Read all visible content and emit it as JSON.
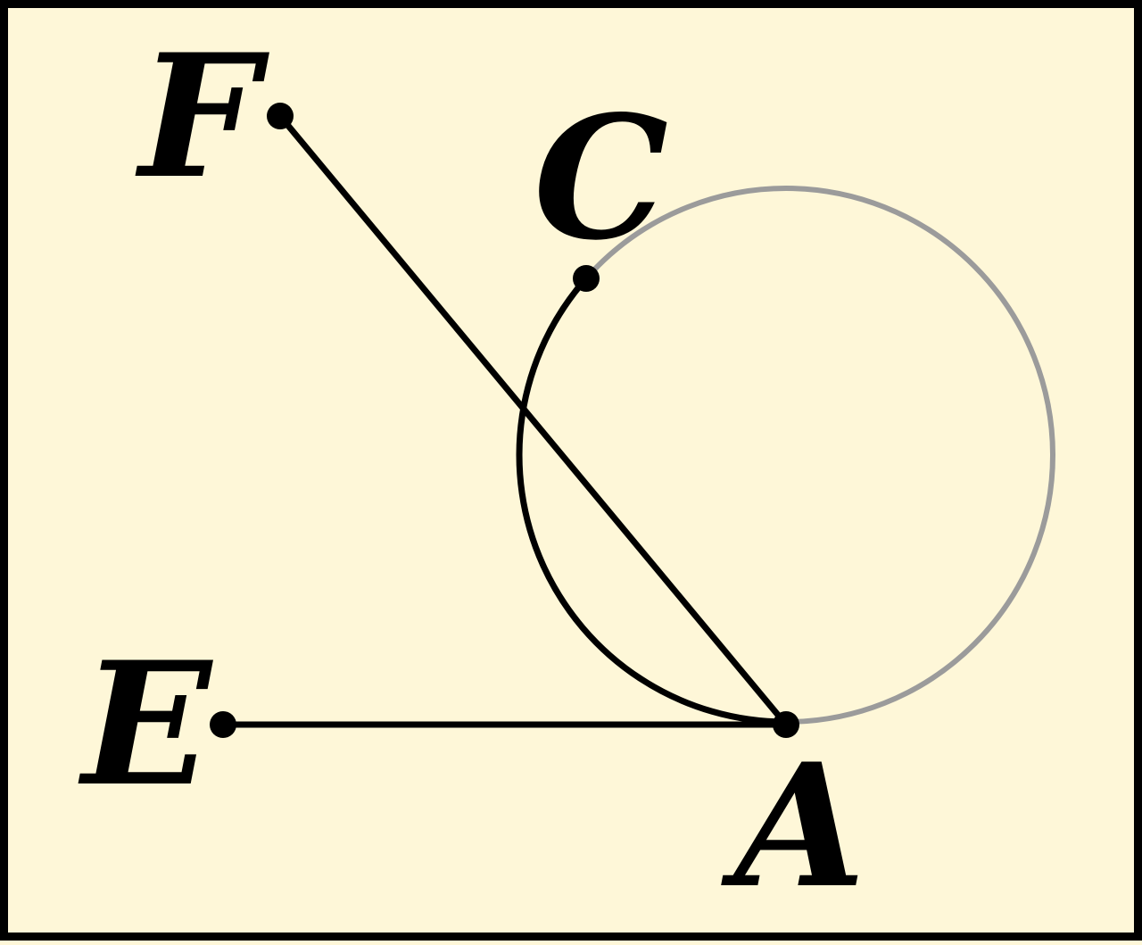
{
  "diagram": {
    "colors": {
      "background": "#fef7d8",
      "stroke": "#000000",
      "circle_rest": "#9b9b9b",
      "point": "#000000"
    },
    "points": {
      "A": {
        "label": "A"
      },
      "C": {
        "label": "C"
      },
      "E": {
        "label": "E"
      },
      "F": {
        "label": "F"
      }
    }
  }
}
